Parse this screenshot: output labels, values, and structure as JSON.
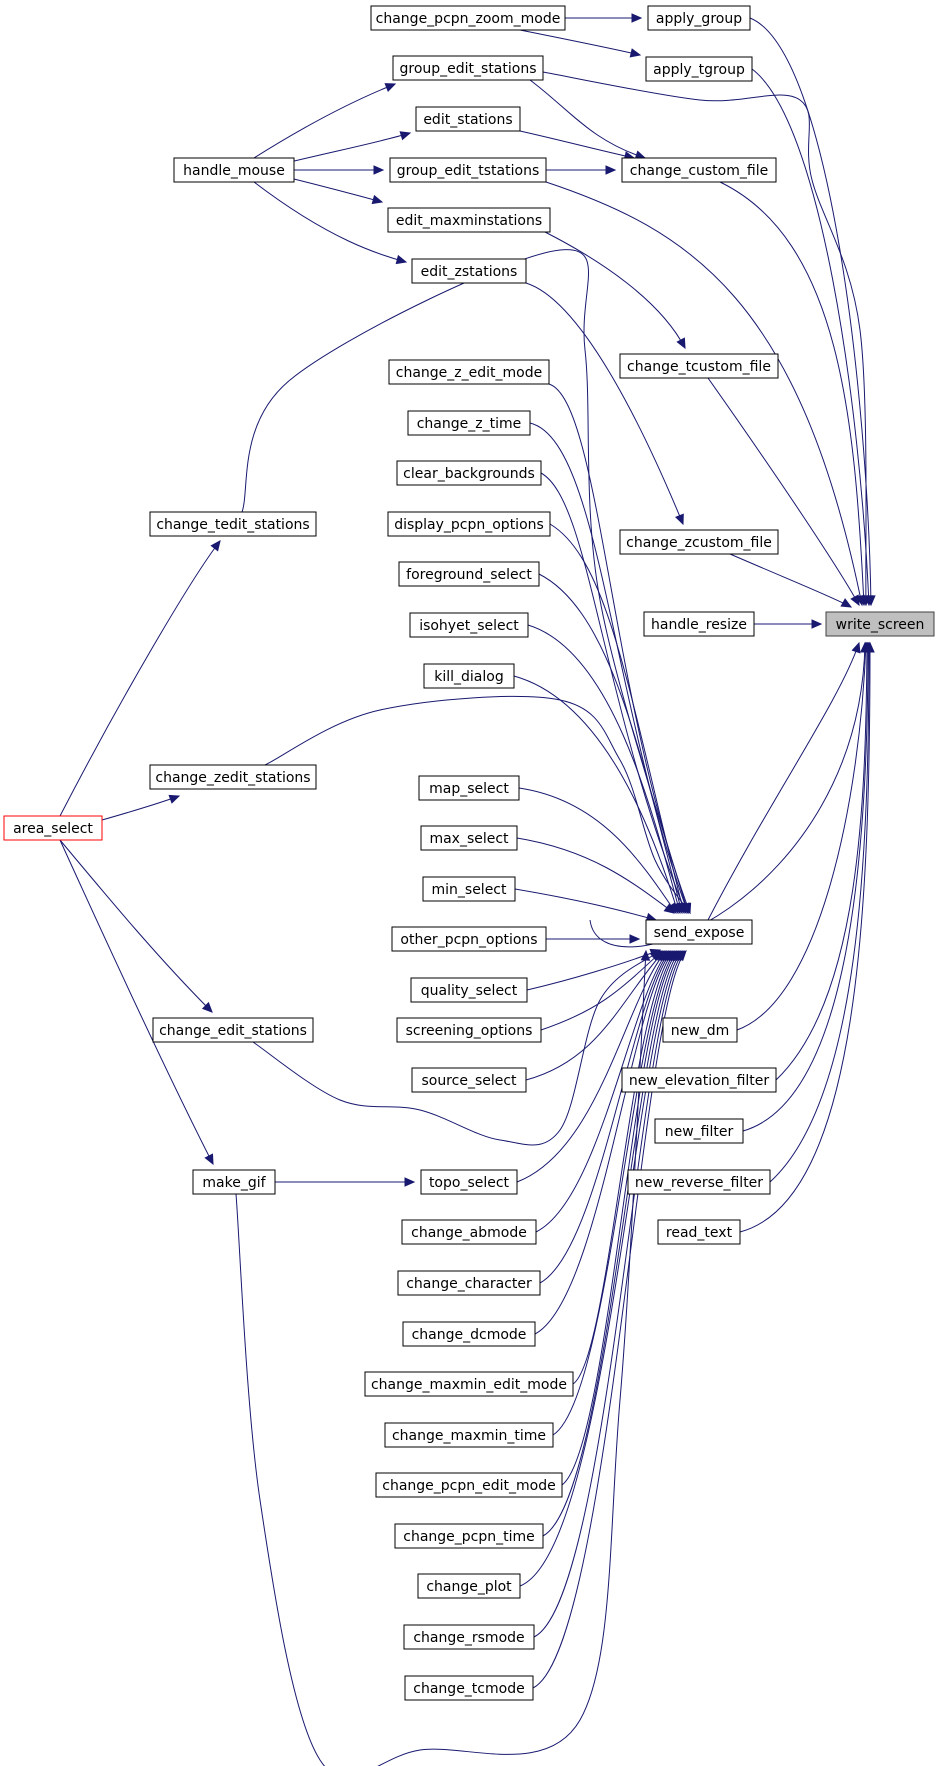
{
  "colors": {
    "edge": "#191970",
    "focus_fill": "#bfbfbf",
    "red_border": "#ff0000"
  },
  "nodes": [
    {
      "id": "write_screen",
      "label": "write_screen",
      "style": "focus"
    },
    {
      "id": "send_expose",
      "label": "send_expose"
    },
    {
      "id": "apply_group",
      "label": "apply_group"
    },
    {
      "id": "apply_tgroup",
      "label": "apply_tgroup"
    },
    {
      "id": "change_pcpn_zoom_mode",
      "label": "change_pcpn_zoom_mode"
    },
    {
      "id": "change_custom_file",
      "label": "change_custom_file"
    },
    {
      "id": "group_edit_stations",
      "label": "group_edit_stations"
    },
    {
      "id": "edit_stations",
      "label": "edit_stations"
    },
    {
      "id": "group_edit_tstations",
      "label": "group_edit_tstations"
    },
    {
      "id": "handle_mouse",
      "label": "handle_mouse"
    },
    {
      "id": "edit_maxminstations",
      "label": "edit_maxminstations"
    },
    {
      "id": "edit_zstations",
      "label": "edit_zstations"
    },
    {
      "id": "change_tcustom_file",
      "label": "change_tcustom_file"
    },
    {
      "id": "change_zcustom_file",
      "label": "change_zcustom_file"
    },
    {
      "id": "handle_resize",
      "label": "handle_resize"
    },
    {
      "id": "change_z_edit_mode",
      "label": "change_z_edit_mode"
    },
    {
      "id": "change_z_time",
      "label": "change_z_time"
    },
    {
      "id": "clear_backgrounds",
      "label": "clear_backgrounds"
    },
    {
      "id": "display_pcpn_options",
      "label": "display_pcpn_options"
    },
    {
      "id": "foreground_select",
      "label": "foreground_select"
    },
    {
      "id": "isohyet_select",
      "label": "isohyet_select"
    },
    {
      "id": "kill_dialog",
      "label": "kill_dialog"
    },
    {
      "id": "change_tedit_stations",
      "label": "change_tedit_stations"
    },
    {
      "id": "change_zedit_stations",
      "label": "change_zedit_stations"
    },
    {
      "id": "area_select",
      "label": "area_select",
      "style": "red"
    },
    {
      "id": "map_select",
      "label": "map_select"
    },
    {
      "id": "max_select",
      "label": "max_select"
    },
    {
      "id": "min_select",
      "label": "min_select"
    },
    {
      "id": "other_pcpn_options",
      "label": "other_pcpn_options"
    },
    {
      "id": "quality_select",
      "label": "quality_select"
    },
    {
      "id": "screening_options",
      "label": "screening_options"
    },
    {
      "id": "source_select",
      "label": "source_select"
    },
    {
      "id": "change_edit_stations",
      "label": "change_edit_stations"
    },
    {
      "id": "make_gif",
      "label": "make_gif"
    },
    {
      "id": "topo_select",
      "label": "topo_select"
    },
    {
      "id": "new_dm",
      "label": "new_dm"
    },
    {
      "id": "new_elevation_filter",
      "label": "new_elevation_filter"
    },
    {
      "id": "new_filter",
      "label": "new_filter"
    },
    {
      "id": "new_reverse_filter",
      "label": "new_reverse_filter"
    },
    {
      "id": "read_text",
      "label": "read_text"
    },
    {
      "id": "change_abmode",
      "label": "change_abmode"
    },
    {
      "id": "change_character",
      "label": "change_character"
    },
    {
      "id": "change_dcmode",
      "label": "change_dcmode"
    },
    {
      "id": "change_maxmin_edit_mode",
      "label": "change_maxmin_edit_mode"
    },
    {
      "id": "change_maxmin_time",
      "label": "change_maxmin_time"
    },
    {
      "id": "change_pcpn_edit_mode",
      "label": "change_pcpn_edit_mode"
    },
    {
      "id": "change_pcpn_time",
      "label": "change_pcpn_time"
    },
    {
      "id": "change_plot",
      "label": "change_plot"
    },
    {
      "id": "change_rsmode",
      "label": "change_rsmode"
    },
    {
      "id": "change_tcmode",
      "label": "change_tcmode"
    }
  ]
}
